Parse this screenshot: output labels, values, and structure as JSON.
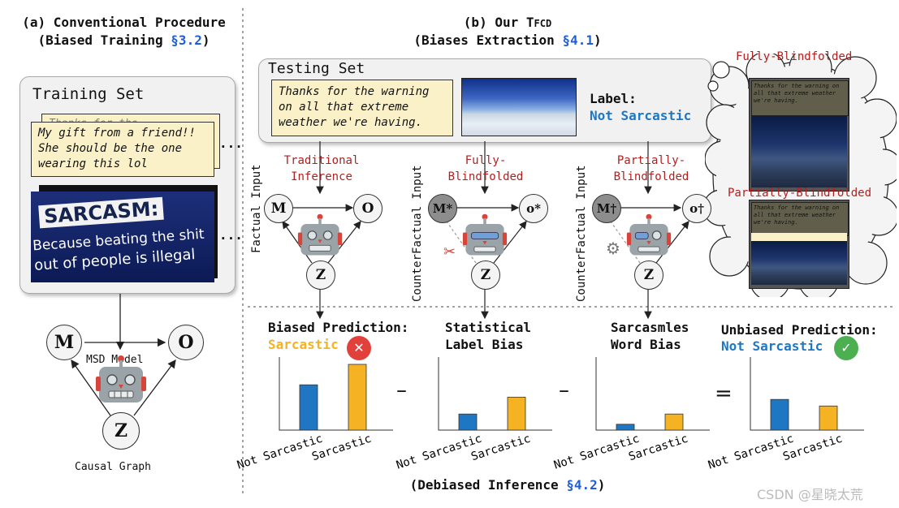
{
  "left": {
    "title": "(a) Conventional Procedure",
    "subtitle_prefix": "(Biased Training ",
    "subtitle_ref": "§3.2",
    "subtitle_suffix": ")",
    "training_set_label": "Training Set",
    "sample_text": "My gift from a friend!! She should be the one wearing this lol",
    "back_card_text": "Thanks for the ...",
    "image_text_line1": "SARCASM:",
    "image_text_line2": "Because beating the shit",
    "image_text_line3": "out of people is illegal",
    "ellipsis": "...",
    "model_label": "MSD Model",
    "node_m": "M",
    "node_o": "O",
    "node_z": "Z",
    "caption": "Causal Graph"
  },
  "right": {
    "title_prefix": "(b) Our T",
    "title_sc": "FCD",
    "subtitle_prefix": "(Biases Extraction ",
    "subtitle_ref": "§4.1",
    "subtitle_suffix": ")",
    "testing_set_label": "Testing Set",
    "test_text": "Thanks for the warning on all that extreme weather we're having.",
    "label_heading": "Label:",
    "label_value": "Not Sarcastic",
    "cloud_fully_title": "Fully-Blindfolded",
    "cloud_partial_title": "Partially-Blindfolded",
    "cloud_note_text": "Thanks for the warning on all that extreme weather we're having.",
    "inference_labels": [
      "Traditional\nInference",
      "Fully-\nBlindfolded",
      "Partially-\nBlindfolded"
    ],
    "side_labels": [
      "Factual Input",
      "CounterFactual Input",
      "CounterFactual Input"
    ],
    "graphs": [
      {
        "m": "M",
        "o": "O",
        "z": "Z"
      },
      {
        "m": "M*",
        "o": "o*",
        "z": "Z"
      },
      {
        "m": "M†",
        "o": "o†",
        "z": "Z"
      }
    ],
    "panel_titles": [
      {
        "line1": "Biased Prediction:",
        "line2": "Sarcastic",
        "mark": "✕"
      },
      {
        "line1": "Statistical",
        "line2": "Label Bias"
      },
      {
        "line1": "Sarcasmles",
        "line2": "Word Bias"
      },
      {
        "line1": "Unbiased Prediction:",
        "line2": "Not Sarcastic",
        "mark": "✓"
      }
    ],
    "operators": [
      "–",
      "–",
      "="
    ],
    "footer_prefix": "(Debiased Inference ",
    "footer_ref": "§4.2",
    "footer_suffix": ")"
  },
  "watermark": "CSDN @星晓太荒",
  "colors": {
    "blue_bar": "#1f77c4",
    "orange_bar": "#f5b223",
    "label_blue": "#1f77c4",
    "warn_red": "#b21f1f",
    "sarcastic_orange": "#f5b223",
    "ref_blue": "#1f5fd6",
    "note_yellow": "#fbf1c8"
  },
  "chart_data": [
    {
      "type": "bar",
      "categories": [
        "Not Sarcastic",
        "Sarcastic"
      ],
      "values": [
        0.62,
        0.9
      ],
      "ylim": [
        0,
        1
      ]
    },
    {
      "type": "bar",
      "categories": [
        "Not Sarcastic",
        "Sarcastic"
      ],
      "values": [
        0.22,
        0.45
      ],
      "ylim": [
        0,
        1
      ]
    },
    {
      "type": "bar",
      "categories": [
        "Not Sarcastic",
        "Sarcastic"
      ],
      "values": [
        0.08,
        0.22
      ],
      "ylim": [
        0,
        1
      ]
    },
    {
      "type": "bar",
      "categories": [
        "Not Sarcastic",
        "Sarcastic"
      ],
      "values": [
        0.42,
        0.33
      ],
      "ylim": [
        0,
        1
      ]
    }
  ]
}
